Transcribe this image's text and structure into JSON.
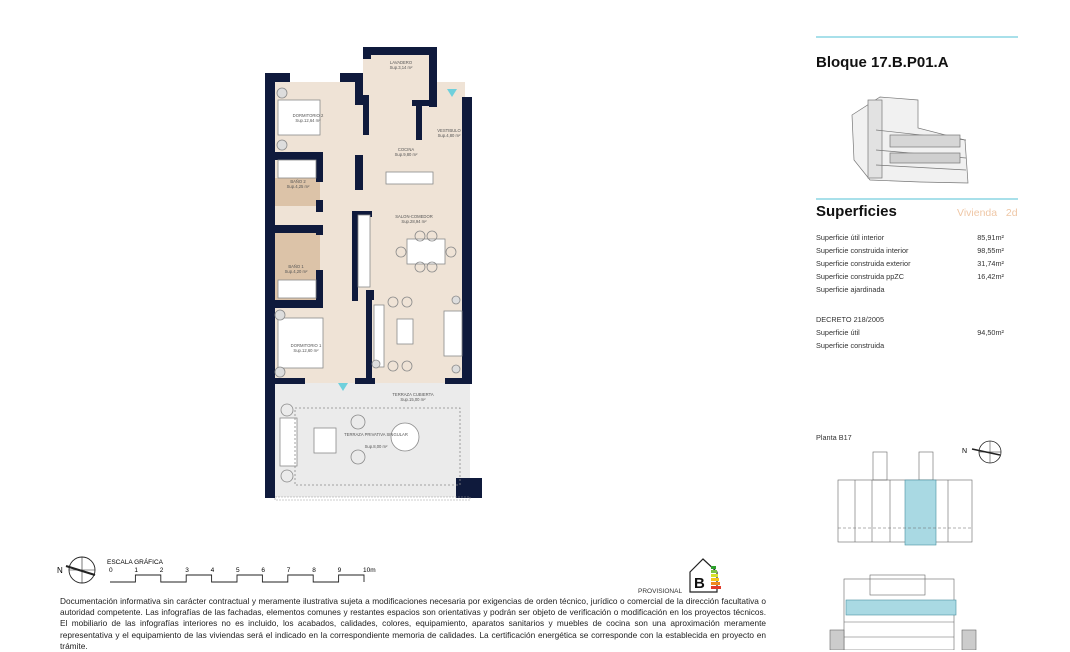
{
  "header": {
    "title": "Bloque 17.B.P01.A"
  },
  "superficies": {
    "heading": "Superficies",
    "vivienda_label": "Vivienda",
    "vivienda_type": "2d",
    "rows": [
      {
        "label": "Superficie útil interior",
        "value": "85,91m²"
      },
      {
        "label": "Superficie construida interior",
        "value": "98,55m²"
      },
      {
        "label": "Superficie construida exterior",
        "value": "31,74m²"
      },
      {
        "label": "Superficie construida ppZC",
        "value": "16,42m²"
      },
      {
        "label": "Superficie ajardinada",
        "value": ""
      }
    ],
    "decreto": {
      "heading": "DECRETO 218/2005",
      "rows": [
        {
          "label": "Superficie útil",
          "value": "94,50m²"
        },
        {
          "label": "Superficie construida",
          "value": ""
        }
      ]
    }
  },
  "location": {
    "plant_label": "Planta B17"
  },
  "rooms": [
    {
      "name": "LAVADERO",
      "area": "Sup.3,14 m²"
    },
    {
      "name": "DORMITORIO 2",
      "area": "Sup.12,64 m²"
    },
    {
      "name": "COCINA",
      "area": "Sup.9,80 m²"
    },
    {
      "name": "VESTIBULO",
      "area": "Sup.4,80 m²"
    },
    {
      "name": "BAÑO 2",
      "area": "Sup.4,25 m²"
    },
    {
      "name": "SALON-COMEDOR",
      "area": "Sup.28,94 m²"
    },
    {
      "name": "BAÑO 1",
      "area": "Sup.4,20 m²"
    },
    {
      "name": "DORMITORIO 1",
      "area": "Sup.12,60 m²"
    },
    {
      "name": "TERRAZA CUBIERTA",
      "area": "Sup.15,00 m²"
    },
    {
      "name": "TERRAZA PRIVATIVA SINGULAR",
      "area": "Sup.8,00 m²"
    }
  ],
  "scale": {
    "title": "ESCALA GRÁFICA",
    "ticks": [
      "0",
      "1",
      "2",
      "3",
      "4",
      "5",
      "6",
      "7",
      "8",
      "9",
      "10m"
    ]
  },
  "compass": {
    "north_label": "N"
  },
  "energy": {
    "label": "PROVISIONAL",
    "rating": "B"
  },
  "disclaimer": "Documentación informativa sin carácter contractual y meramente ilustrativa sujeta a modificaciones necesaria por exigencias de orden técnico, jurídico o comercial de la dirección facultativa o autoridad competente. Las infografías de las fachadas, elementos comunes y restantes espacios son orientativas y podrán ser objeto de verificación o modificación en los proyectos técnicos. El mobiliario de las infografías interiores no es incluido, los acabados, calidades, colores, equipamiento, aparatos sanitarios y muebles de cocina son una aproximación meramente representativa y el equipamiento de las viviendas será el indicado en la correspondiente memoria de calidades. La certificación energética se corresponde con la establecida en proyecto en trámite.",
  "colors": {
    "wall": "#0f1a3c",
    "floor": "#efe3d6",
    "bath": "#dcc3a8",
    "terrace": "#ebebeb",
    "accent": "#a8e0ea",
    "highlight": "#a9d9e3"
  }
}
